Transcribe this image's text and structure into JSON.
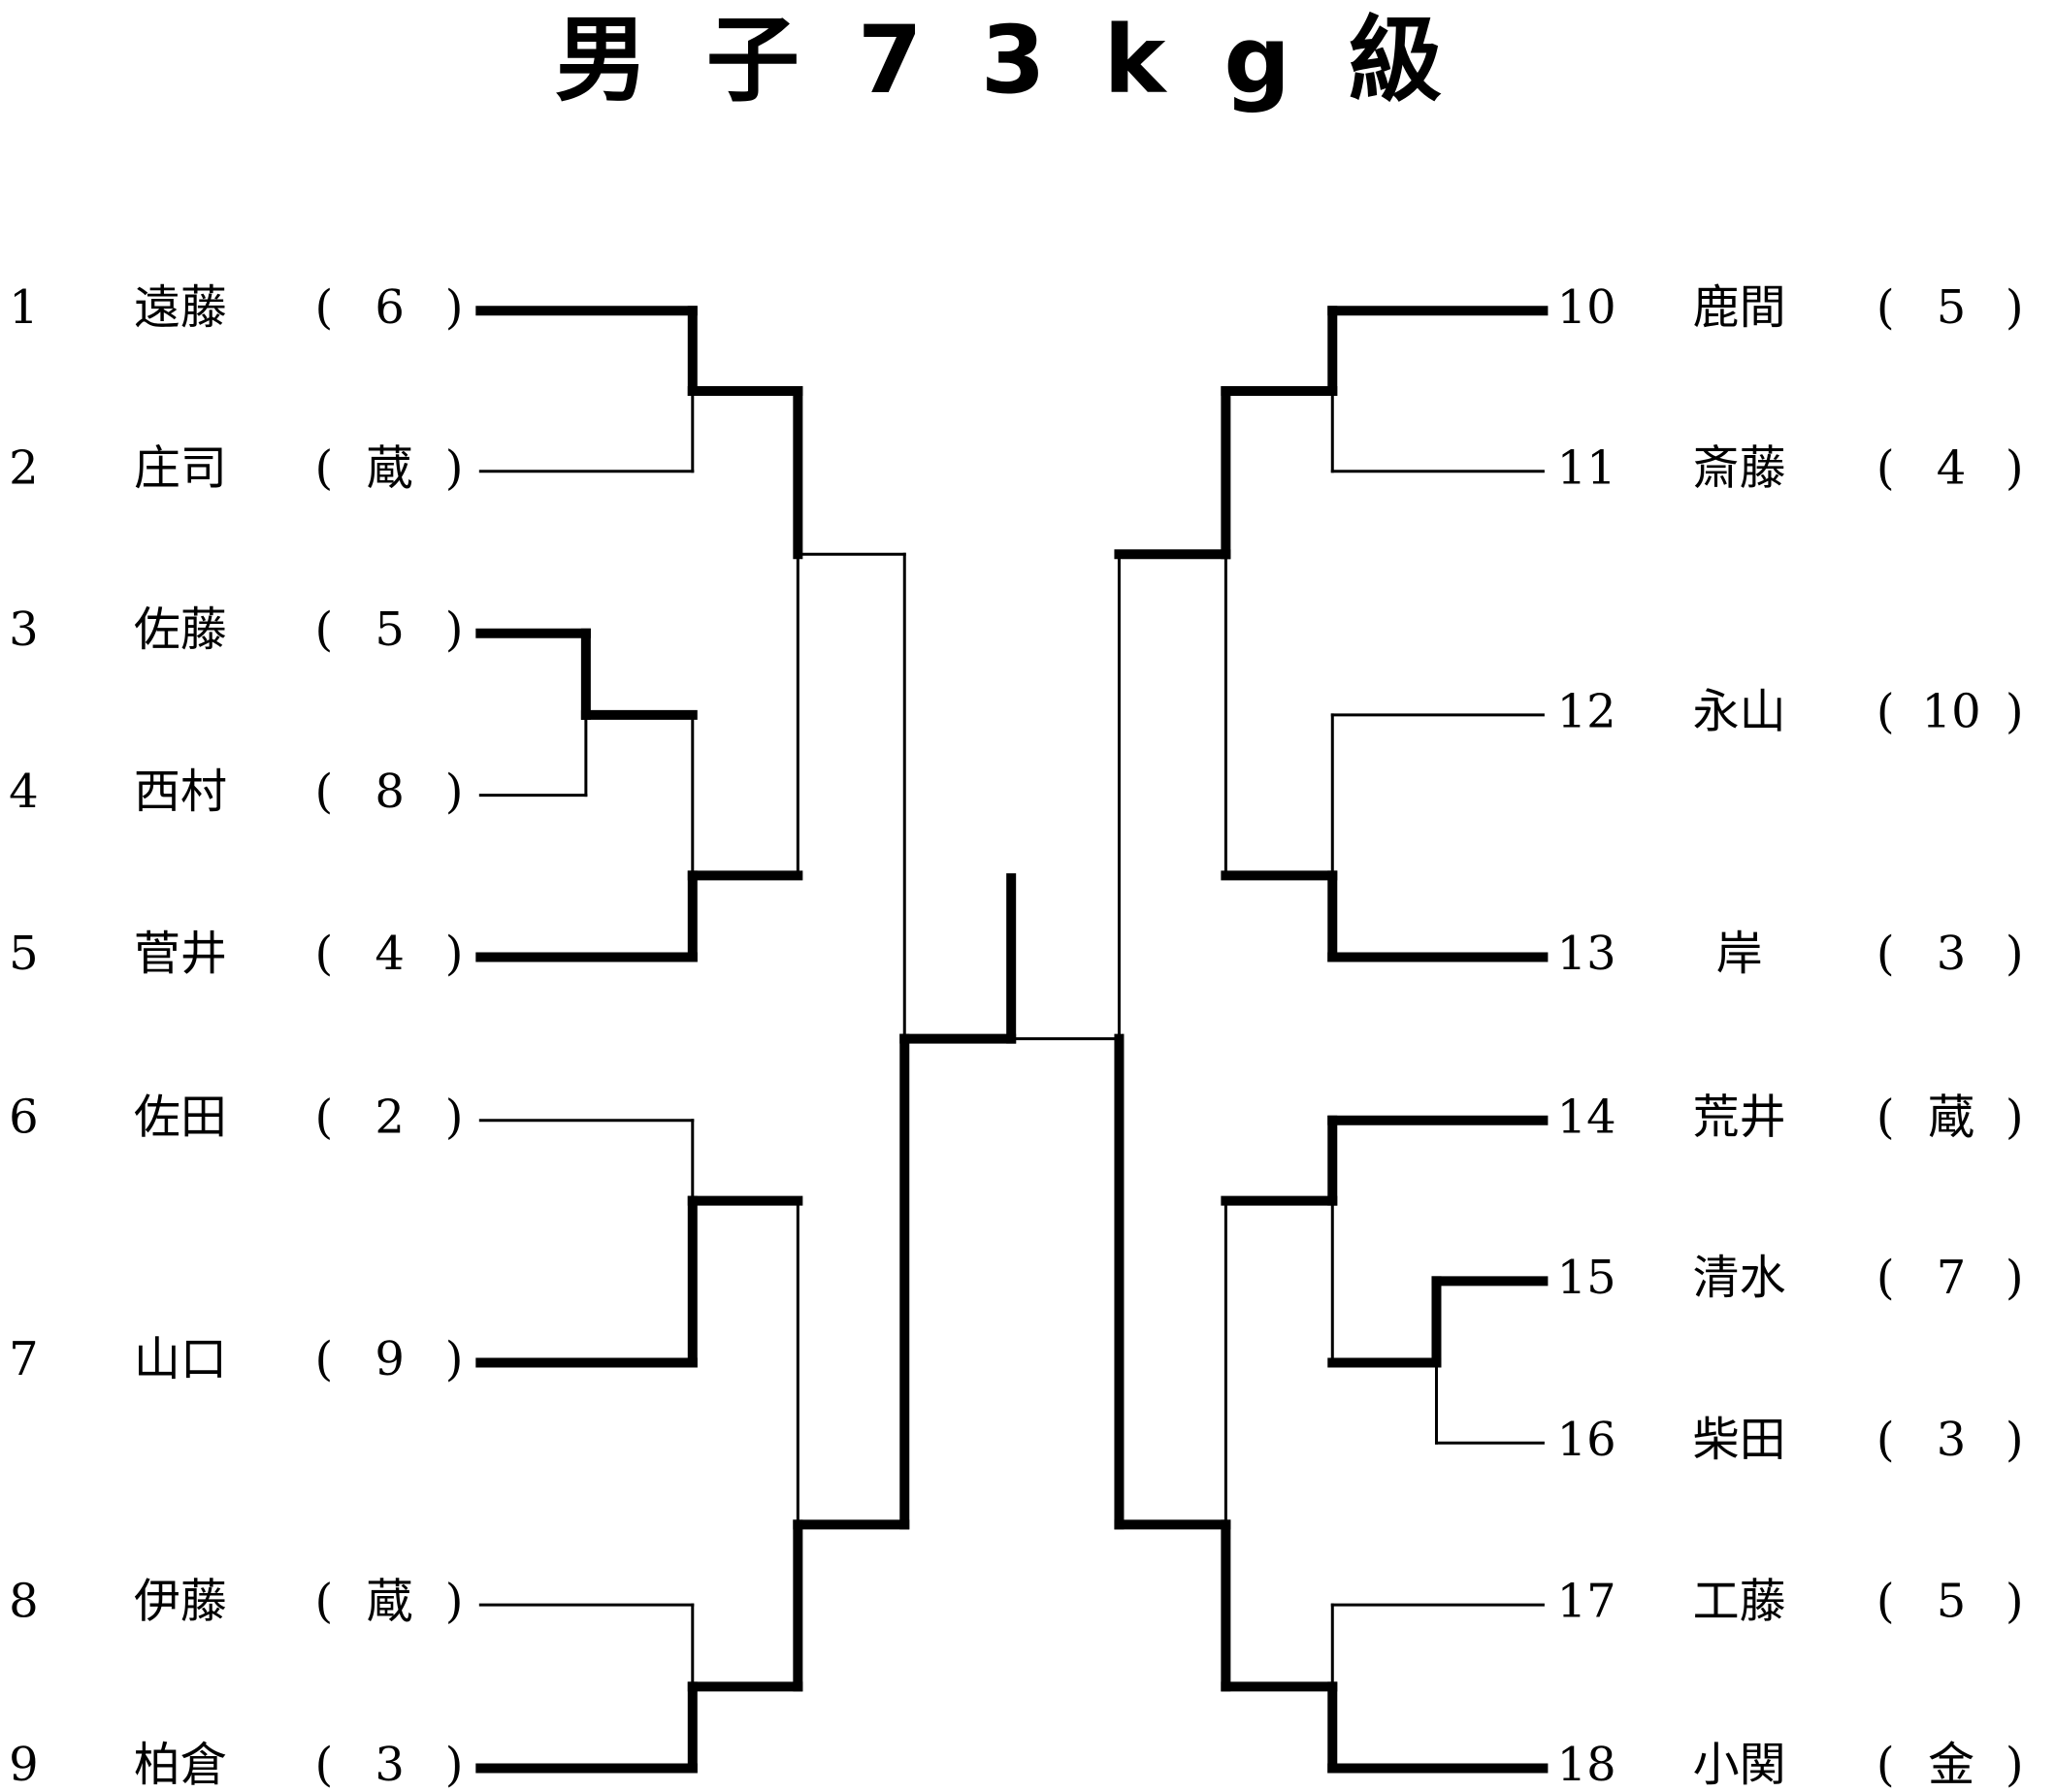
{
  "title": "男子73kg級",
  "paren_open": "(",
  "paren_close": ")",
  "left_entries": [
    {
      "seed": "1",
      "name": "遠藤",
      "grade": "6"
    },
    {
      "seed": "2",
      "name": "庄司",
      "grade": "蔵"
    },
    {
      "seed": "3",
      "name": "佐藤",
      "grade": "5"
    },
    {
      "seed": "4",
      "name": "西村",
      "grade": "8"
    },
    {
      "seed": "5",
      "name": "菅井",
      "grade": "4"
    },
    {
      "seed": "6",
      "name": "佐田",
      "grade": "2"
    },
    {
      "seed": "7",
      "name": "山口",
      "grade": "9"
    },
    {
      "seed": "8",
      "name": "伊藤",
      "grade": "蔵"
    },
    {
      "seed": "9",
      "name": "柏倉",
      "grade": "3"
    }
  ],
  "right_entries": [
    {
      "seed": "10",
      "name": "鹿間",
      "grade": "5"
    },
    {
      "seed": "11",
      "name": "斎藤",
      "grade": "4"
    },
    {
      "seed": "12",
      "name": "永山",
      "grade": "10"
    },
    {
      "seed": "13",
      "name": "岸",
      "grade": "3"
    },
    {
      "seed": "14",
      "name": "荒井",
      "grade": "蔵"
    },
    {
      "seed": "15",
      "name": "清水",
      "grade": "7"
    },
    {
      "seed": "16",
      "name": "柴田",
      "grade": "3"
    },
    {
      "seed": "17",
      "name": "工藤",
      "grade": "5"
    },
    {
      "seed": "18",
      "name": "小関",
      "grade": "金"
    }
  ]
}
